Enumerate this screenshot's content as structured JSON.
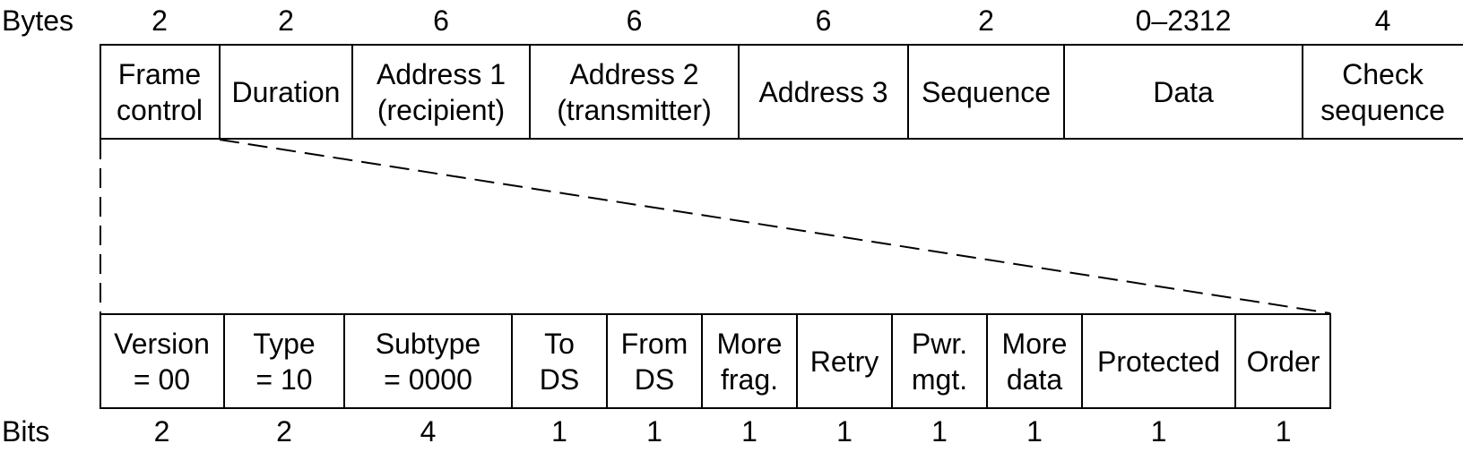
{
  "frame": {
    "units_label": "Bytes",
    "fields": [
      {
        "label": "Frame\ncontrol",
        "size": "2"
      },
      {
        "label": "Duration",
        "size": "2"
      },
      {
        "label": "Address 1\n(recipient)",
        "size": "6"
      },
      {
        "label": "Address 2\n(transmitter)",
        "size": "6"
      },
      {
        "label": "Address 3",
        "size": "6"
      },
      {
        "label": "Sequence",
        "size": "2"
      },
      {
        "label": "Data",
        "size": "0–2312"
      },
      {
        "label": "Check\nsequence",
        "size": "4"
      }
    ]
  },
  "frame_control": {
    "units_label": "Bits",
    "fields": [
      {
        "label": "Version\n= 00",
        "size": "2"
      },
      {
        "label": "Type\n= 10",
        "size": "2"
      },
      {
        "label": "Subtype\n= 0000",
        "size": "4"
      },
      {
        "label": "To\nDS",
        "size": "1"
      },
      {
        "label": "From\nDS",
        "size": "1"
      },
      {
        "label": "More\nfrag.",
        "size": "1"
      },
      {
        "label": "Retry",
        "size": "1"
      },
      {
        "label": "Pwr.\nmgt.",
        "size": "1"
      },
      {
        "label": "More\ndata",
        "size": "1"
      },
      {
        "label": "Protected",
        "size": "1"
      },
      {
        "label": "Order",
        "size": "1"
      }
    ]
  }
}
